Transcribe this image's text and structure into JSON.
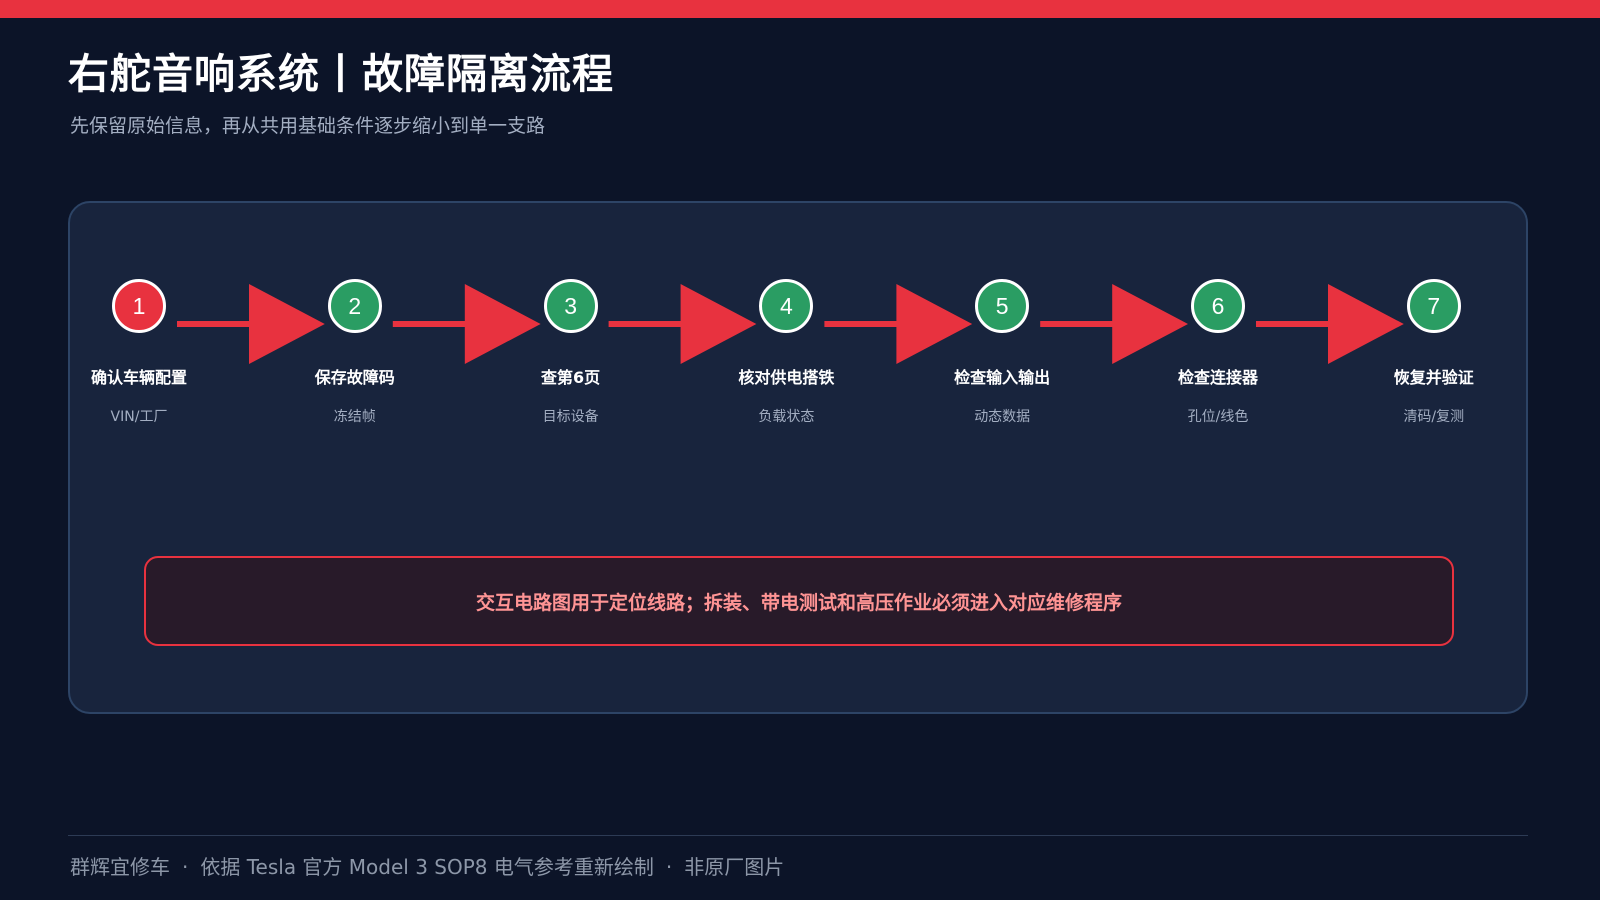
{
  "header": {
    "title": "右舵音响系统丨故障隔离流程",
    "subtitle": "先保留原始信息，再从共用基础条件逐步缩小到单一支路"
  },
  "colors": {
    "accent_red": "#e8323f",
    "step_green": "#2a9d63",
    "panel_bg": "#18243d",
    "page_bg": "#0c1428"
  },
  "flow": {
    "steps": [
      {
        "number": "1",
        "title": "确认车辆配置",
        "sub": "VIN/工厂",
        "color": "#e8323f"
      },
      {
        "number": "2",
        "title": "保存故障码",
        "sub": "冻结帧",
        "color": "#2a9d63"
      },
      {
        "number": "3",
        "title": "查第6页",
        "sub": "目标设备",
        "color": "#2a9d63"
      },
      {
        "number": "4",
        "title": "核对供电搭铁",
        "sub": "负载状态",
        "color": "#2a9d63"
      },
      {
        "number": "5",
        "title": "检查输入输出",
        "sub": "动态数据",
        "color": "#2a9d63"
      },
      {
        "number": "6",
        "title": "检查连接器",
        "sub": "孔位/线色",
        "color": "#2a9d63"
      },
      {
        "number": "7",
        "title": "恢复并验证",
        "sub": "清码/复测",
        "color": "#2a9d63"
      }
    ],
    "warning": "交互电路图用于定位线路；拆装、带电测试和高压作业必须进入对应维修程序"
  },
  "footer": {
    "brand": "群辉宜修车",
    "source": "依据 Tesla 官方 Model 3 SOP8 电气参考重新绘制",
    "note": "非原厂图片",
    "separator": "·"
  }
}
